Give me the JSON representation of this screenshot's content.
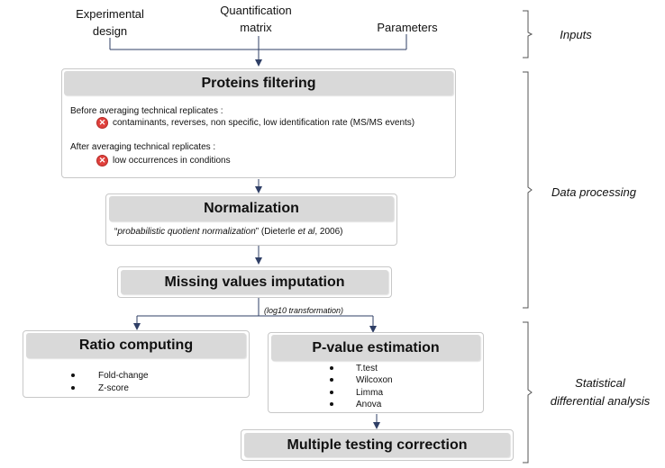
{
  "inputs": {
    "experimental_design_1": "Experimental",
    "experimental_design_2": "design",
    "quantification_matrix_1": "Quantification",
    "quantification_matrix_2": "matrix",
    "parameters": "Parameters"
  },
  "sections": {
    "inputs": "Inputs",
    "data_processing": "Data processing",
    "statistical_1": "Statistical",
    "statistical_2": "differential analysis"
  },
  "proteins_filtering": {
    "title": "Proteins filtering",
    "before_label": "Before averaging technical replicates :",
    "before_item": "contaminants, reverses, non specific, low identification rate (MS/MS events)",
    "after_label": "After averaging technical replicates :",
    "after_item": "low occurrences in conditions"
  },
  "normalization": {
    "title": "Normalization",
    "method_quote_open": "“",
    "method": "probabilistic quotient normalization",
    "method_quote_close": "”",
    "ref_prefix": " (Dieterle ",
    "ref_etal": "et al",
    "ref_suffix": ", 2006)"
  },
  "imputation": {
    "title": "Missing values imputation",
    "note": "(log10 transformation)"
  },
  "ratio": {
    "title": "Ratio computing",
    "items": [
      "Fold-change",
      "Z-score"
    ]
  },
  "pvalue": {
    "title": "P-value estimation",
    "items": [
      "T.test",
      "Wilcoxon",
      "Limma",
      "Anova"
    ]
  },
  "multiple_testing": {
    "title": "Multiple testing correction"
  },
  "colors": {
    "arrow": "#2f3f66",
    "header_bg": "#d9d9d9",
    "box_border": "#c8c8c8",
    "bracket": "#555555",
    "x_icon": "#e0403c"
  },
  "icons": {
    "excluded": "x-circle-icon"
  }
}
